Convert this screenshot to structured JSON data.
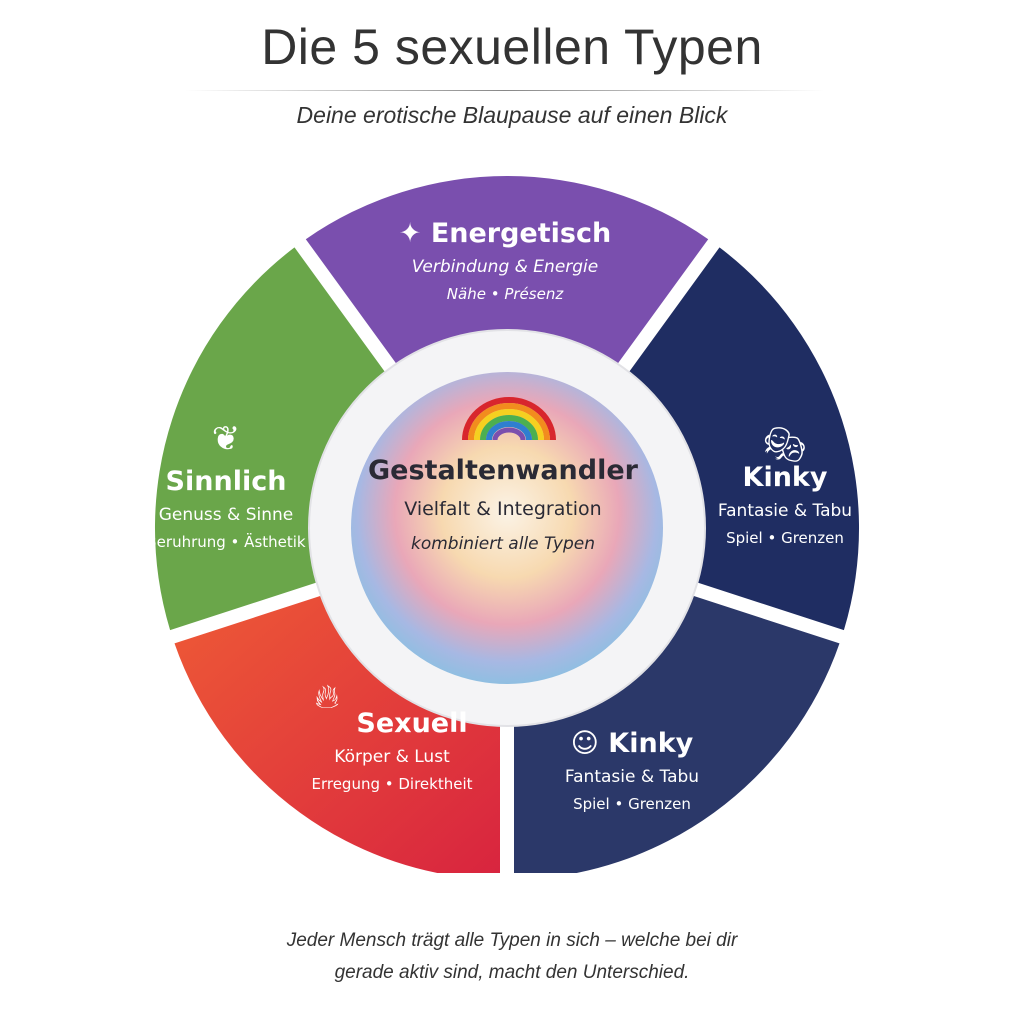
{
  "header": {
    "title": "Die 5 sexuellen Typen",
    "subtitle": "Deine erotische Blaupause auf einen Blick"
  },
  "segments": [
    {
      "name": "Energetisch",
      "line1": "Verbindung & Energie",
      "line2": "Nähe • Présenz",
      "icon": "sparkles-icon",
      "color": "#7a4fae"
    },
    {
      "name": "Kinky",
      "line1": "Fantasie & Tabu",
      "line2": "Spiel • Grenzen",
      "icon": "mask-icon",
      "color": "#1f2d62"
    },
    {
      "name": "Kinky",
      "line1": "Fantasie & Tabu",
      "line2": "Spiel • Grenzen",
      "icon": "mask-icon",
      "color": "#2b3869"
    },
    {
      "name": "Sexuell",
      "line1": "Körper & Lust",
      "line2": "Erregung • Direktheit",
      "icon": "flame-icon",
      "color": "#e2403a"
    },
    {
      "name": "Sinnlich",
      "line1": "Genuss & Sinne",
      "line2": "Beruhrung • Ästhetik",
      "icon": "leaf-icon",
      "color": "#6aa64a"
    }
  ],
  "center": {
    "name": "Gestaltenwandler",
    "line1": "Vielfalt & Integration",
    "line2": "kombiniert alle Typen",
    "icon": "rainbow-icon"
  },
  "footer": {
    "line1": "Jeder Mensch trägt alle Typen in sich – welche bei dir",
    "line2": "gerade aktiv sind, macht den Unterschied."
  }
}
